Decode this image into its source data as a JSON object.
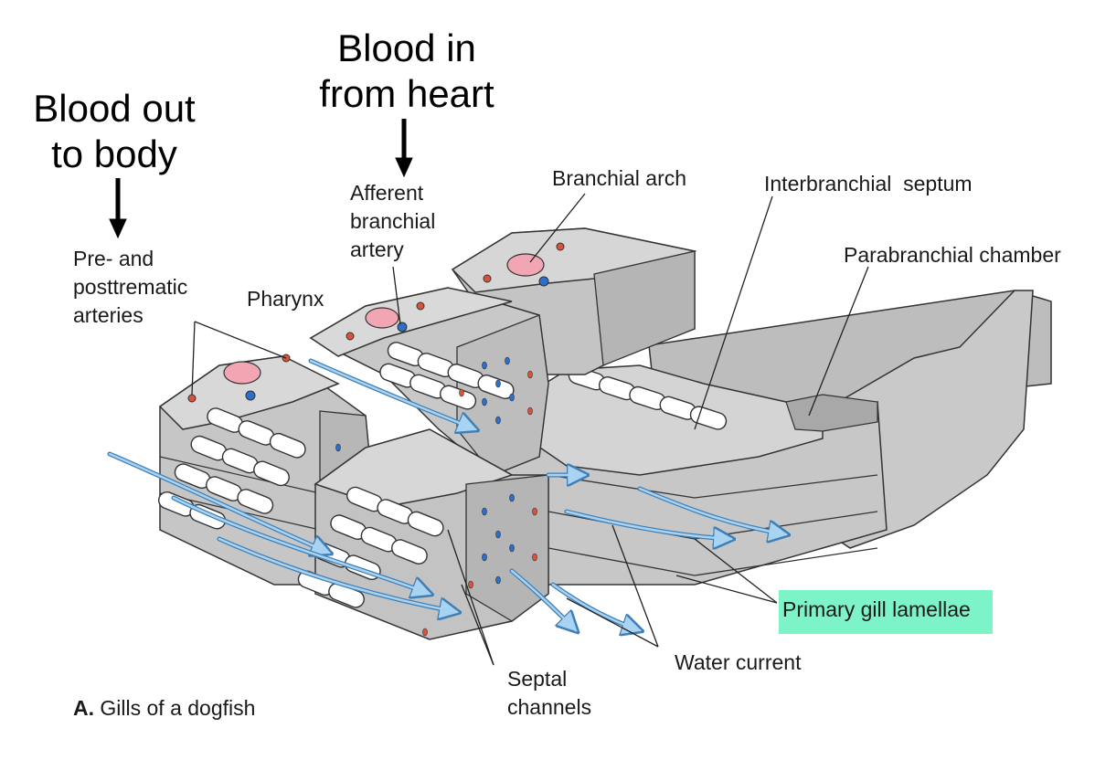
{
  "annotations": {
    "blood_out": [
      "Blood out",
      "to body"
    ],
    "blood_in": [
      "Blood in",
      "from heart"
    ]
  },
  "labels": {
    "pre_post": [
      "Pre- and",
      "posttrematic",
      "arteries"
    ],
    "pharynx": "Pharynx",
    "afferent": [
      "Afferent",
      "branchial",
      "artery"
    ],
    "branchial_arch": "Branchial arch",
    "interbranchial_septum": "Interbranchial  septum",
    "parabranchial_chamber": "Parabranchial chamber",
    "primary_gill_lamellae": "Primary gill lamellae",
    "water_current": "Water current",
    "septal_channels": [
      "Septal",
      "channels"
    ]
  },
  "caption": {
    "letter": "A.",
    "text": " Gills of a dogfish"
  },
  "colors": {
    "tissue": "#c7c7c7",
    "tissue_light": "#d9d9d9",
    "tissue_dark": "#8d8d8d",
    "lamella": "#ffffff",
    "water": "#a9d3f2",
    "water_stroke": "#3f7fb5",
    "artery_red": "#d9533a",
    "artery_blue": "#2a6fc9",
    "arch": "#f2a6b4",
    "highlight": "#7df3c8"
  },
  "icons": [
    "down-arrow-icon"
  ]
}
